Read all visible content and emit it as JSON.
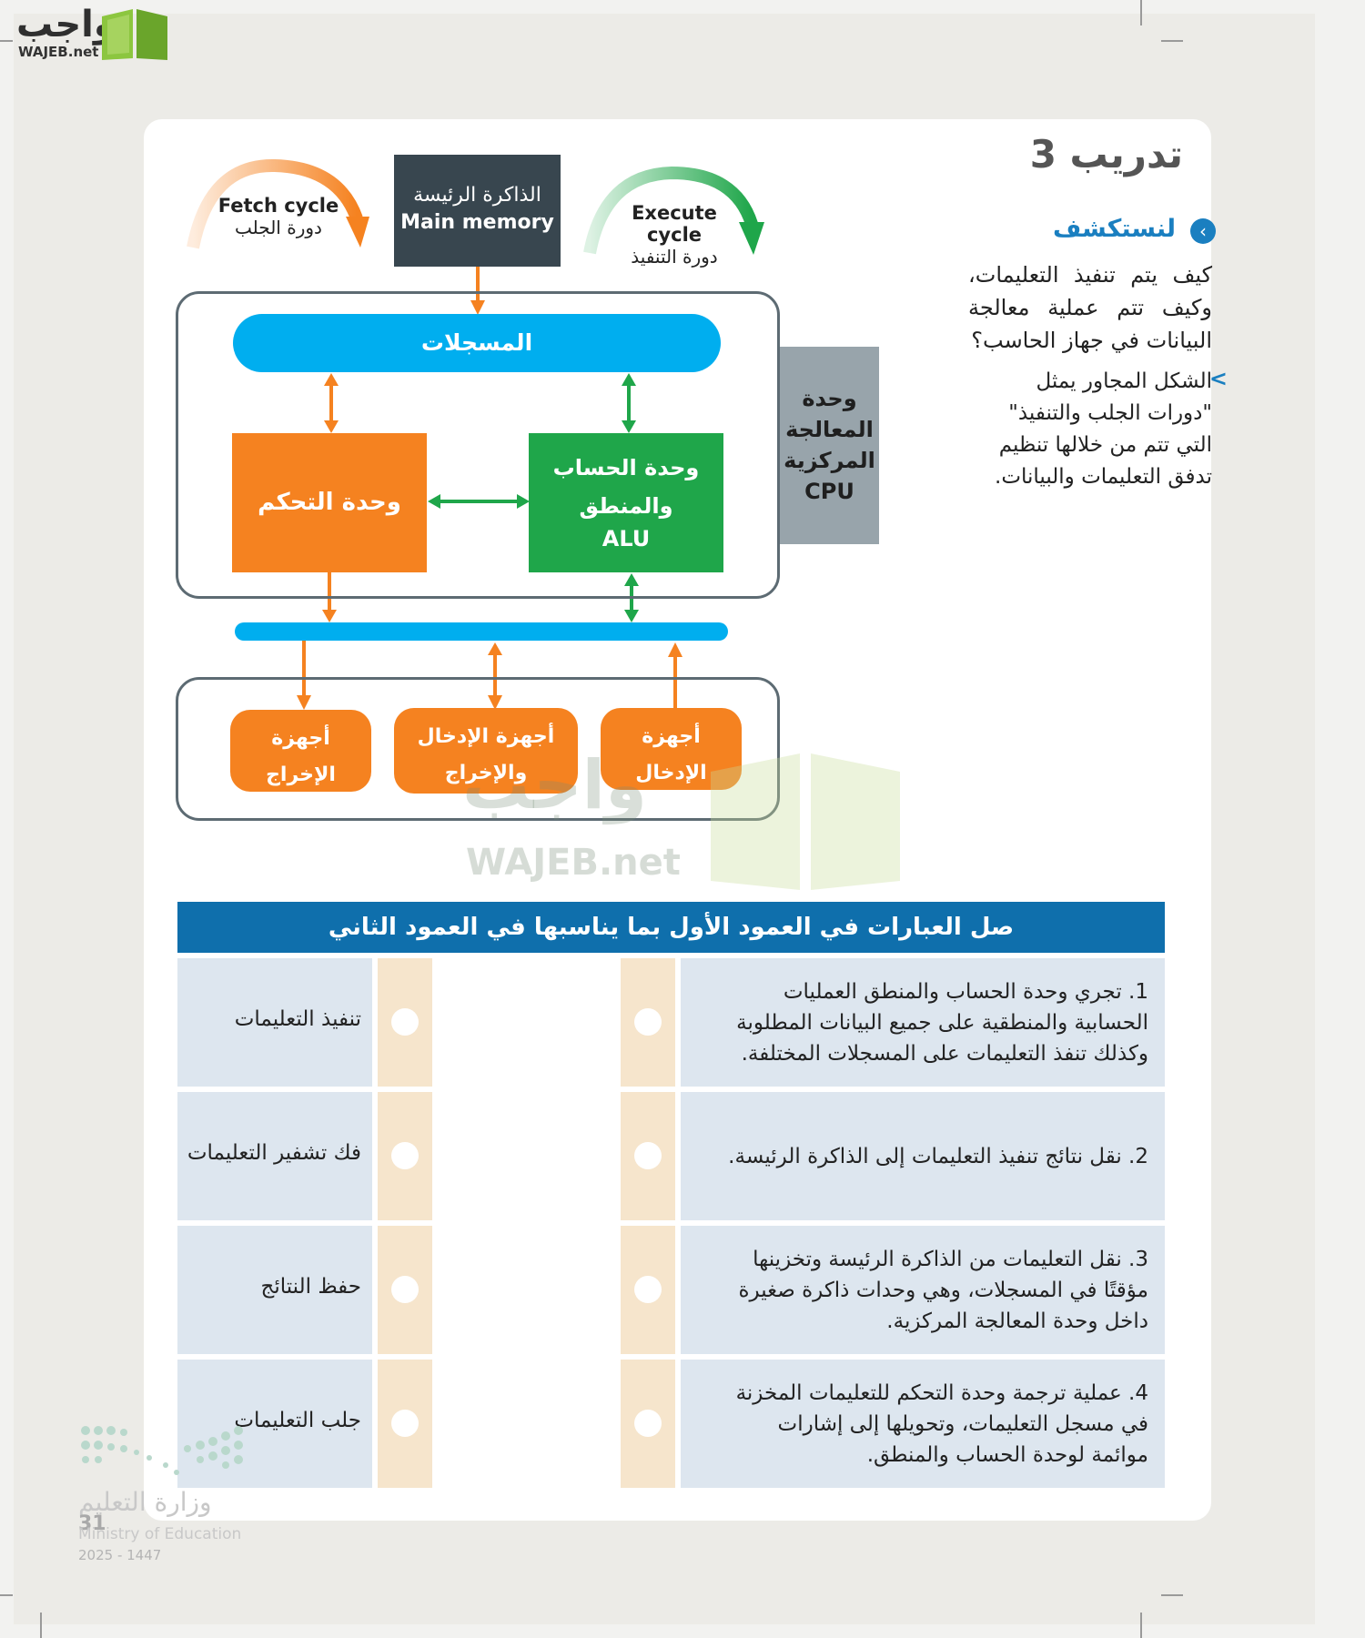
{
  "site": {
    "logo_ar": "واجب",
    "logo_en": "WAJEB.net"
  },
  "exercise": {
    "title": "تدريب 3",
    "explore_label": "لنستكشف",
    "question": "كيف يتم تنفيذ التعليمات، وكيف تتم عملية معالجة البيانات في جهاز الحاسب؟",
    "description": "الشكل المجاور يمثل \"دورات الجلب والتنفيذ\" التي تتم من خلالها تنظيم تدفق التعليمات والبيانات."
  },
  "diagram": {
    "fetch_en": "Fetch cycle",
    "fetch_ar": "دورة الجلب",
    "execute_en": "Execute cycle",
    "execute_ar": "دورة التنفيذ",
    "memory_ar": "الذاكرة الرئيسة",
    "memory_en": "Main memory",
    "registers": "المسجلات",
    "control_unit": "وحدة التحكم",
    "alu_ar_1": "وحدة الحساب",
    "alu_ar_2": "والمنطق",
    "alu_en": "ALU",
    "cpu_ar_1": "وحدة",
    "cpu_ar_2": "المعالجة",
    "cpu_ar_3": "المركزية",
    "cpu_en": "CPU",
    "output_1": "أجهزة",
    "output_2": "الإخراج",
    "io_1": "أجهزة الإدخال",
    "io_2": "والإخراج",
    "input_1": "أجهزة",
    "input_2": "الإدخال",
    "colors": {
      "orange": "#f58220",
      "green": "#1fa64a",
      "blue": "#00aeef",
      "dark": "#38464f",
      "gray": "#98a4ab"
    }
  },
  "watermark": {
    "ar": "واجب",
    "en": "WAJEB.net"
  },
  "matching": {
    "header": "صل العبارات في العمود الأول بما يناسبها في العمود الثاني",
    "statements": [
      "1. تجري وحدة الحساب والمنطق العمليات الحسابية والمنطقية على جميع البيانات المطلوبة وكذلك تنفذ التعليمات على المسجلات المختلفة.",
      "2. نقل نتائج تنفيذ التعليمات إلى الذاكرة الرئيسة.",
      "3. نقل التعليمات من الذاكرة الرئيسة وتخزينها مؤقتًا في المسجلات، وهي وحدات ذاكرة صغيرة داخل وحدة المعالجة المركزية.",
      "4. عملية ترجمة وحدة التحكم للتعليمات المخزنة في مسجل التعليمات، وتحويلها إلى إشارات موائمة لوحدة الحساب والمنطق."
    ],
    "options": [
      "تنفيذ التعليمات",
      "فك تشفير التعليمات",
      "حفظ النتائج",
      "جلب التعليمات"
    ]
  },
  "footer": {
    "ministry_ar": "وزارة التعليم",
    "ministry_en": "Ministry of Education",
    "page_number": "31",
    "year": "2025 - 1447"
  }
}
